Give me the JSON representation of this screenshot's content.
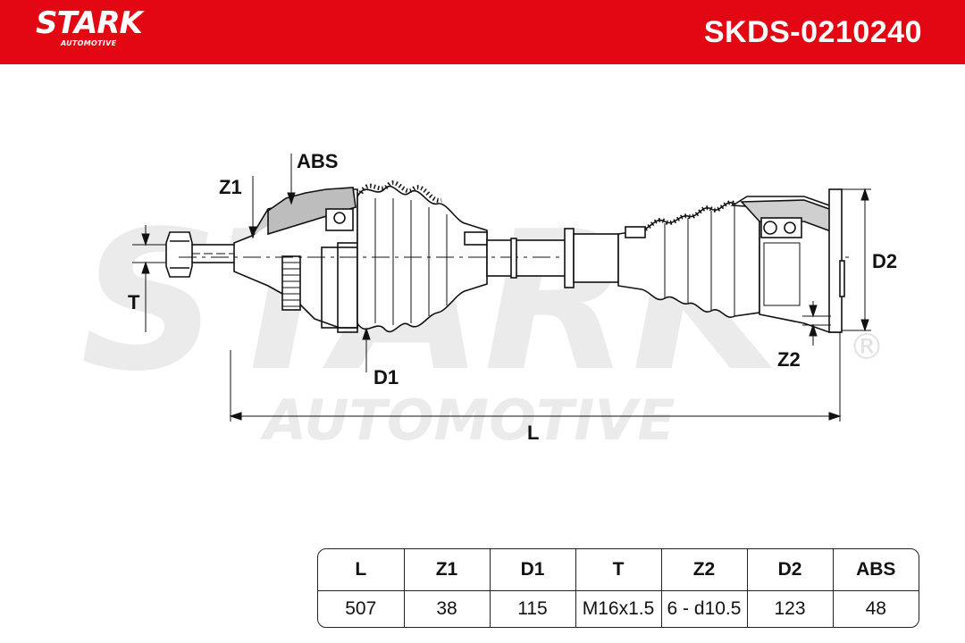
{
  "header": {
    "brand": "STARK",
    "brand_sub": "AUTOMOTIVE",
    "part_number": "SKDS-0210240",
    "color": "#e30613"
  },
  "diagram": {
    "labels": {
      "abs": "ABS",
      "z1": "Z1",
      "t": "T",
      "d1": "D1",
      "d2": "D2",
      "z2": "Z2",
      "l": "L"
    },
    "watermark": {
      "main": "STARK",
      "sub": "AUTOMOTIVE",
      "reg": "®"
    }
  },
  "specs": {
    "headers": [
      "L",
      "Z1",
      "D1",
      "T",
      "Z2",
      "D2",
      "ABS"
    ],
    "values": [
      "507",
      "38",
      "115",
      "M16x1.5",
      "6 - d10.5",
      "123",
      "48"
    ]
  }
}
